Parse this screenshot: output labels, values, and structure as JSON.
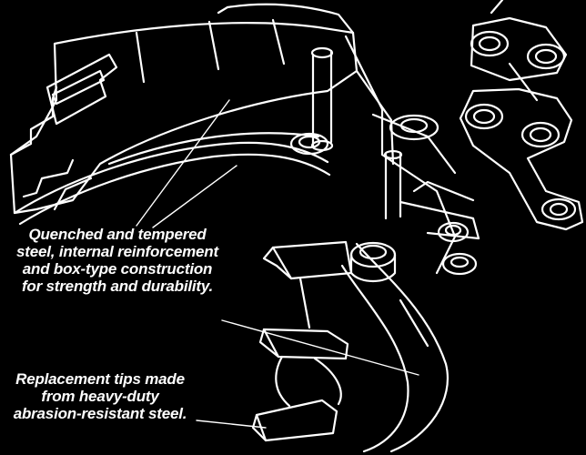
{
  "callouts": {
    "steel": [
      "Quenched and tempered",
      "steel, internal reinforcement",
      "and box-type construction",
      "for strength and durability."
    ],
    "tips": [
      "Replacement tips made",
      "from heavy-duty",
      "abrasion-resistant steel."
    ]
  },
  "colors": {
    "background": "#000000",
    "line": "#ffffff"
  }
}
